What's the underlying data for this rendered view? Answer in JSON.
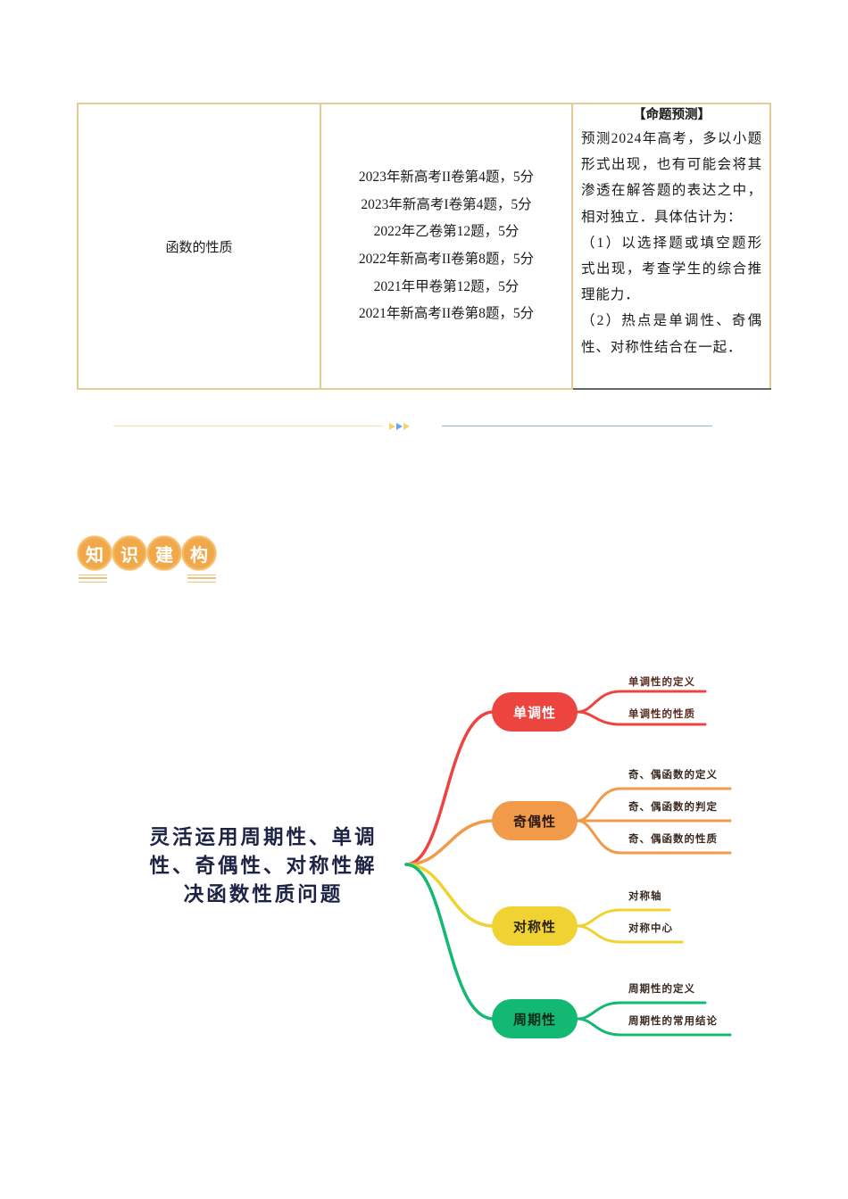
{
  "table": {
    "topic": "函数的性质",
    "exams": [
      "2023年新高考II卷第4题，5分",
      "2023年新高考I卷第4题，5分",
      "2022年乙卷第12题，5分",
      "2022年新高考II卷第8题，5分",
      "2021年甲卷第12题，5分",
      "2021年新高考II卷第8题，5分"
    ],
    "prediction": {
      "title": "【命题预测】",
      "intro": "预测2024年高考，多以小题形式出现，也有可能会将其渗透在解答题的表达之中，相对独立．具体估计为：",
      "point1": "（1）以选择题或填空题形式出现，考查学生的综合推理能力．",
      "point2": "（2）热点是单调性、奇偶性、对称性结合在一起．"
    }
  },
  "divider": {
    "colors": {
      "left_line": "#f7e3a0",
      "right_line": "#8cb6e0",
      "arrow_yellow": "#f7d36c",
      "arrow_blue": "#6aa7e8"
    }
  },
  "section_badge": {
    "chars": [
      "知",
      "识",
      "建",
      "构"
    ],
    "color": "#f0a84a"
  },
  "mindmap": {
    "root": "灵活运用周期性、单调性、奇偶性、对称性解决函数性质问题",
    "root_lines": [
      "灵活运用周期性、单调",
      "性、奇偶性、对称性解",
      "决函数性质问题"
    ],
    "branches": [
      {
        "label": "单调性",
        "color": "#ec4540",
        "leaves": [
          "单调性的定义",
          "单调性的性质"
        ]
      },
      {
        "label": "奇偶性",
        "color": "#f09a4a",
        "leaves": [
          "奇、偶函数的定义",
          "奇、偶函数的判定",
          "奇、偶函数的性质"
        ]
      },
      {
        "label": "对称性",
        "color": "#f0d232",
        "leaves": [
          "对称轴",
          "对称中心"
        ]
      },
      {
        "label": "周期性",
        "color": "#13b873",
        "leaves": [
          "周期性的定义",
          "周期性的常用结论"
        ]
      }
    ]
  }
}
